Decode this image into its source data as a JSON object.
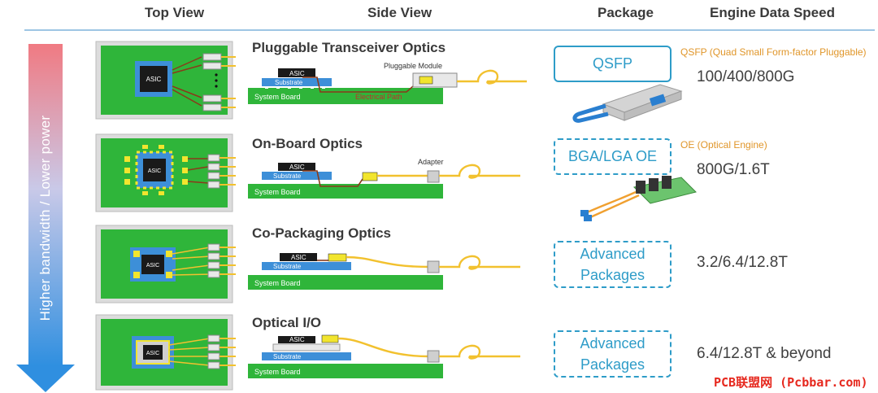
{
  "headers": {
    "top_view": "Top View",
    "side_view": "Side View",
    "package": "Package",
    "engine_speed": "Engine Data Speed"
  },
  "arrow_label": "Higher bandwidth / Lower power",
  "rows": [
    {
      "title": "Pluggable Transceiver Optics",
      "package": "QSFP",
      "package_note": "QSFP (Quad Small Form-factor Pluggable)",
      "speed": "100/400/800G",
      "labels": {
        "asic": "ASIC",
        "substrate": "Substrate",
        "board": "System Board",
        "module": "Pluggable Module",
        "path": "Electrical Path"
      }
    },
    {
      "title": "On-Board Optics",
      "package": "BGA/LGA OE",
      "package_note": "OE (Optical Engine)",
      "speed": "800G/1.6T",
      "labels": {
        "asic": "ASIC",
        "substrate": "Substrate",
        "board": "System Board",
        "adapter": "Adapter"
      }
    },
    {
      "title": "Co-Packaging Optics",
      "package_line1": "Advanced",
      "package_line2": "Packages",
      "speed": "3.2/6.4/12.8T",
      "labels": {
        "asic": "ASIC",
        "substrate": "Substrate",
        "board": "System Board"
      }
    },
    {
      "title": "Optical I/O",
      "package_line1": "Advanced",
      "package_line2": "Packages",
      "speed": "6.4/12.8T & beyond",
      "labels": {
        "asic": "ASIC",
        "substrate": "Substrate",
        "board": "System Board"
      }
    }
  ],
  "watermark": "PCB联盟网 (Pcbbar.com)",
  "colors": {
    "accent": "#2e9cc8",
    "board": "#2fb53a",
    "fiber": "#f2c12e",
    "chip": "#1a1a1a",
    "substrate": "#3d8fd8",
    "note": "#e0962a"
  }
}
